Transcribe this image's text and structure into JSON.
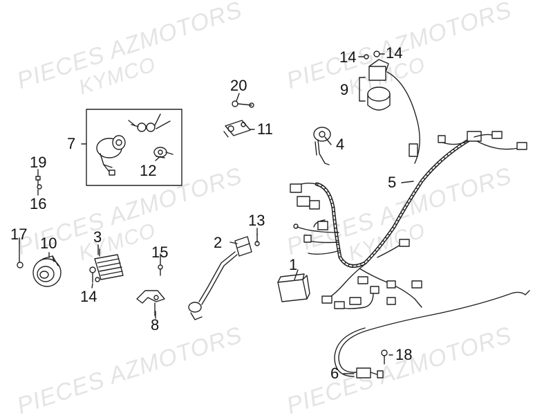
{
  "watermark": {
    "line1": "PIECES AZMOTORS",
    "line2": "KYMCO"
  },
  "callouts": {
    "n1": "1",
    "n2": "2",
    "n3": "3",
    "n4": "4",
    "n5": "5",
    "n6": "6",
    "n7": "7",
    "n8": "8",
    "n9": "9",
    "n10": "10",
    "n11": "11",
    "n12": "12",
    "n13": "13",
    "n14a": "14",
    "n14b": "14",
    "n14c": "14",
    "n15": "15",
    "n16": "16",
    "n17": "17",
    "n18": "18",
    "n19": "19",
    "n20": "20"
  }
}
